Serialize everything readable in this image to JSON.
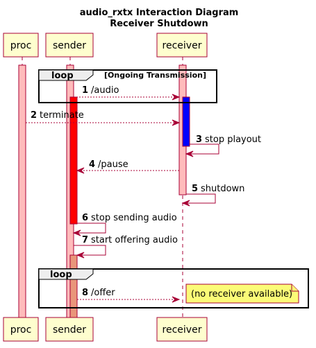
{
  "title": {
    "line1": "audio_rxtx Interaction Diagram",
    "line2": "Receiver Shutdown"
  },
  "participants": [
    {
      "id": "proc",
      "label": "proc"
    },
    {
      "id": "sender",
      "label": "sender"
    },
    {
      "id": "receiver",
      "label": "receiver"
    }
  ],
  "frames": [
    {
      "kind": "loop",
      "condition": "[Ongoing Transmission]"
    },
    {
      "kind": "loop",
      "condition": ""
    }
  ],
  "messages": [
    {
      "num": "1",
      "text": "/audio",
      "from": "sender",
      "to": "receiver",
      "style": "dashed"
    },
    {
      "num": "2",
      "text": "terminate",
      "from": "proc",
      "to": "receiver",
      "style": "dashed"
    },
    {
      "num": "3",
      "text": "stop playout",
      "from": "receiver",
      "to": "receiver",
      "style": "solid"
    },
    {
      "num": "4",
      "text": "/pause",
      "from": "receiver",
      "to": "sender",
      "style": "dashed"
    },
    {
      "num": "5",
      "text": "shutdown",
      "from": "receiver",
      "to": "receiver",
      "style": "solid"
    },
    {
      "num": "6",
      "text": "stop sending audio",
      "from": "sender",
      "to": "sender",
      "style": "solid"
    },
    {
      "num": "7",
      "text": "start offering audio",
      "from": "sender",
      "to": "sender",
      "style": "solid"
    },
    {
      "num": "8",
      "text": "/offer",
      "from": "sender",
      "to": "receiver",
      "style": "dashed"
    }
  ],
  "note": {
    "text": "(no receiver available)"
  },
  "colors": {
    "participant_fill": "#FEFECE",
    "border": "#A80036",
    "activation_default": "#FFBBBB",
    "activation_sender_red": "#FF0000",
    "activation_receiver_blue": "#0000FF",
    "activation_sender_offer": "#E9967A",
    "note_fill": "#FBFB77"
  }
}
